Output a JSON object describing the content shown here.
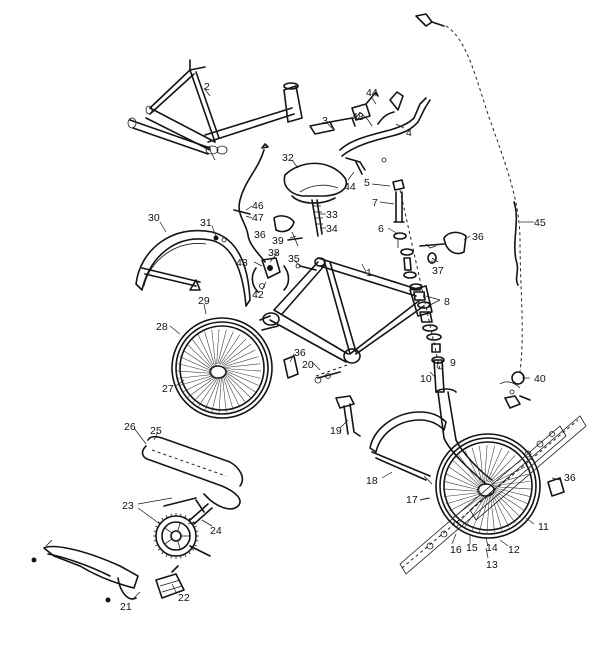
{
  "diagram": {
    "callouts": [
      {
        "id": "c1",
        "text": "1"
      },
      {
        "id": "c2",
        "text": "2"
      },
      {
        "id": "c3",
        "text": "3"
      },
      {
        "id": "c4",
        "text": "4"
      },
      {
        "id": "c5",
        "text": "5"
      },
      {
        "id": "c6",
        "text": "6"
      },
      {
        "id": "c7",
        "text": "7"
      },
      {
        "id": "c8",
        "text": "8"
      },
      {
        "id": "c9",
        "text": "9"
      },
      {
        "id": "c10",
        "text": "10"
      },
      {
        "id": "c11",
        "text": "11"
      },
      {
        "id": "c12",
        "text": "12"
      },
      {
        "id": "c13",
        "text": "13"
      },
      {
        "id": "c14",
        "text": "14"
      },
      {
        "id": "c15",
        "text": "15"
      },
      {
        "id": "c16",
        "text": "16"
      },
      {
        "id": "c17",
        "text": "17"
      },
      {
        "id": "c18",
        "text": "18"
      },
      {
        "id": "c19",
        "text": "19"
      },
      {
        "id": "c20",
        "text": "20"
      },
      {
        "id": "c21",
        "text": "21"
      },
      {
        "id": "c22",
        "text": "22"
      },
      {
        "id": "c23",
        "text": "23"
      },
      {
        "id": "c24",
        "text": "24"
      },
      {
        "id": "c25",
        "text": "25"
      },
      {
        "id": "c26",
        "text": "26"
      },
      {
        "id": "c27",
        "text": "27"
      },
      {
        "id": "c28",
        "text": "28"
      },
      {
        "id": "c29",
        "text": "29"
      },
      {
        "id": "c30",
        "text": "30"
      },
      {
        "id": "c31",
        "text": "31"
      },
      {
        "id": "c32",
        "text": "32"
      },
      {
        "id": "c33",
        "text": "33"
      },
      {
        "id": "c34",
        "text": "34"
      },
      {
        "id": "c35",
        "text": "35"
      },
      {
        "id": "c36a",
        "text": "36"
      },
      {
        "id": "c36b",
        "text": "36"
      },
      {
        "id": "c36c",
        "text": "36"
      },
      {
        "id": "c36d",
        "text": "36"
      },
      {
        "id": "c37",
        "text": "37"
      },
      {
        "id": "c38",
        "text": "38"
      },
      {
        "id": "c39",
        "text": "39"
      },
      {
        "id": "c40",
        "text": "40"
      },
      {
        "id": "c42",
        "text": "42"
      },
      {
        "id": "c43",
        "text": "43"
      },
      {
        "id": "c44a",
        "text": "44"
      },
      {
        "id": "c44b",
        "text": "44"
      },
      {
        "id": "c45",
        "text": "45"
      },
      {
        "id": "c46",
        "text": "46"
      },
      {
        "id": "c47",
        "text": "47"
      },
      {
        "id": "c48",
        "text": "48"
      }
    ]
  }
}
